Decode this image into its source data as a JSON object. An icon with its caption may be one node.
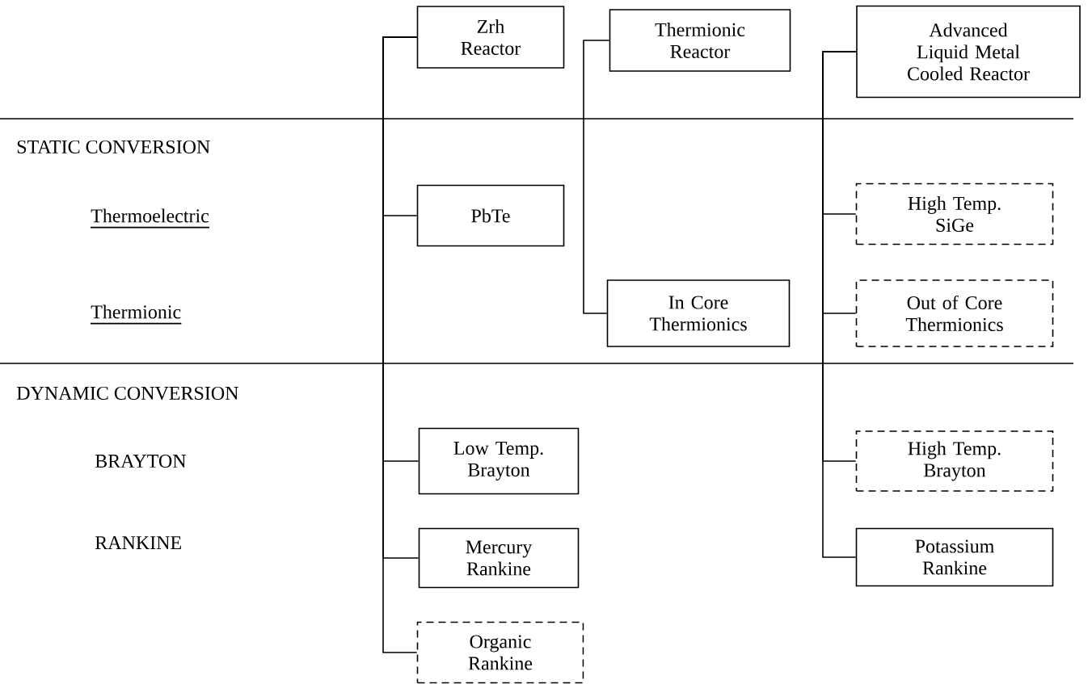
{
  "diagram": {
    "nodes": [
      {
        "text": [
          "Zrh Reactor"
        ]
      },
      {
        "text": [
          "Thermionic Reactor"
        ]
      },
      {
        "text": [
          "Advanced Liquid Metal Cooled Reactor"
        ]
      },
      {
        "text": [
          "PbTe"
        ]
      },
      {
        "text": [
          "High Temp. SiGe"
        ]
      },
      {
        "text": [
          "In Core Thermionics"
        ]
      },
      {
        "text": [
          "Out of Core Thermionics"
        ]
      },
      {
        "text": [
          "Low Temp. Brayton"
        ]
      },
      {
        "text": [
          "High Temp. Brayton"
        ]
      },
      {
        "text": [
          "Mercury Rankine"
        ]
      },
      {
        "text": [
          "Potassium Rankine"
        ]
      },
      {
        "text": [
          "Organic Rankine"
        ]
      }
    ],
    "edges": [
      {
        "from": 0,
        "to": 3,
        "arrow": "none"
      },
      {
        "from": 0,
        "to": 7,
        "arrow": "none"
      },
      {
        "from": 0,
        "to": 9,
        "arrow": "none"
      },
      {
        "from": 0,
        "to": 11,
        "arrow": "none"
      },
      {
        "from": 1,
        "to": 5,
        "arrow": "none"
      },
      {
        "from": 2,
        "to": 4,
        "arrow": "none"
      },
      {
        "from": 2,
        "to": 6,
        "arrow": "none"
      },
      {
        "from": 2,
        "to": 8,
        "arrow": "none"
      },
      {
        "from": 2,
        "to": 10,
        "arrow": "none"
      }
    ],
    "labels": [
      "STATIC CONVERSION",
      "Thermoelectric",
      "Thermionic",
      "DYNAMIC CONVERSION",
      "BRAYTON",
      "RANKINE"
    ]
  }
}
